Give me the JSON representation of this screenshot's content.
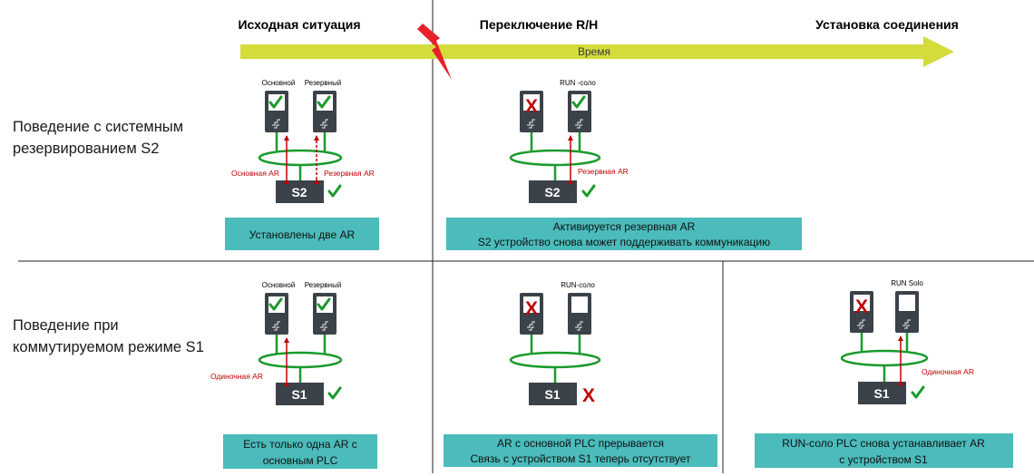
{
  "timeline": {
    "col1": "Исходная ситуация",
    "col2": "Переключение R/H",
    "col3": "Установка соединения",
    "arrow_label": "Время"
  },
  "rows": {
    "row1_line1": "Поведение с системным",
    "row1_line2": "резервированием S2",
    "row2_line1": "Поведение при",
    "row2_line2": "коммутируемом режиме S1"
  },
  "labels": {
    "primary": "Основной",
    "backup": "Резервный",
    "run_solo": "RUN -соло",
    "run_solo_2": "RUN-соло",
    "run_solo_en": "RUN Solo",
    "primary_ar": "Основная AR",
    "backup_ar": "Резервная AR",
    "backup_ar_2": "Резервная AR",
    "single_ar": "Одиночная AR",
    "single_ar_2": "Одиночная AR",
    "s2": "S2",
    "s2_b": "S2",
    "s1": "S1",
    "s1_b": "S1",
    "s1_c": "S1"
  },
  "boxes": {
    "b1": "Установлены  две AR",
    "b2_line1": "Активируется  резервная  AR",
    "b2_line2": "S2 устройство  снова может поддерживать  коммуникацию",
    "b3_line1": "Есть только одна AR с",
    "b3_line2": "основным  PLC",
    "b4_line1": "AR с основной  PLC прерывается",
    "b4_line2": "Связь с устройством  S1 теперь  отсутствует",
    "b5_line1": "RUN-соло  PLC снова устанавливает  AR",
    "b5_line2": "с устройством  S1"
  },
  "colors": {
    "arrow": "#d4dc3c",
    "box": "#4bbbbb",
    "ring": "#1a9a2c",
    "device": "#3b4249",
    "link": "#c00000",
    "check": "#1a9a2c",
    "fail": "#c00000"
  }
}
